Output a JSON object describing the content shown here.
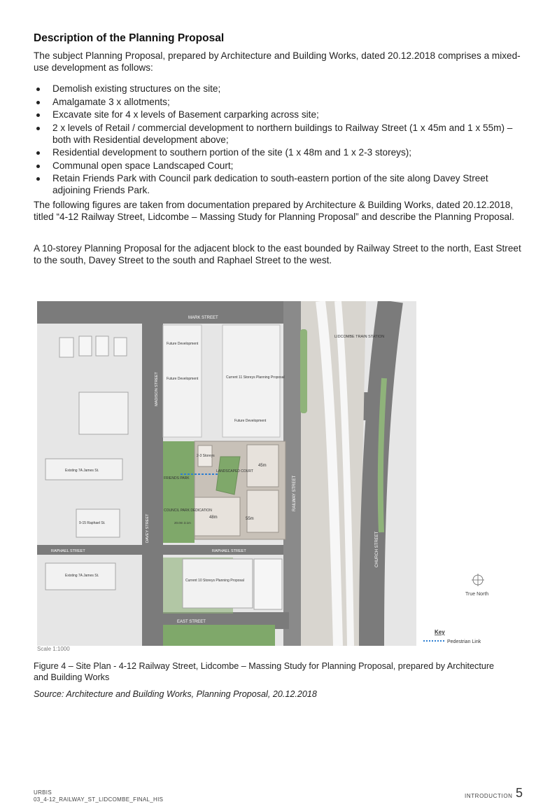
{
  "heading": "Description of the Planning Proposal",
  "intro": "The subject Planning Proposal, prepared by Architecture and Building Works, dated 20.12.2018 comprises a mixed-use development as follows:",
  "bullets": [
    "Demolish existing structures on the site;",
    "Amalgamate 3 x allotments;",
    "Excavate site for 4 x levels of Basement carparking across site;",
    "2 x levels of Retail / commercial development to northern buildings to Railway Street (1 x 45m and 1 x 55m) – both with Residential development above;",
    "Residential development to southern portion of the site (1 x 48m and 1 x 2-3 storeys);",
    "Communal open space Landscaped Court;",
    "Retain Friends Park with Council park dedication to south-eastern portion of the site along Davey Street adjoining Friends Park."
  ],
  "para2": "The following figures are taken from documentation prepared by Architecture & Building Works, dated 20.12.2018, titled “4-12 Railway Street, Lidcombe – Massing Study for Planning Proposal” and describe the Planning Proposal.",
  "para3": "A 10-storey Planning Proposal for the adjacent block to the east bounded by Railway Street to the north, East Street to the south, Davey Street to the south and Raphael Street to the west.",
  "map": {
    "mark_street": "MARK STREET",
    "madison_street": "MADISON STREET",
    "davey_street": "DAVEY STREET",
    "raphael_street": "RAPHAEL STREET",
    "raphael_street_2": "RAPHAEL STREET",
    "east_street": "EAST STREET",
    "railway_street": "RAILWAY STREET",
    "church_street": "CHURCH STREET",
    "lidcombe_station": "LIDCOMBE TRAIN STATION",
    "future_dev_1": "Future Development",
    "future_dev_2": "Future Development",
    "future_dev_3": "Future Development",
    "current_11": "Current 11 Storeys Planning Proposal",
    "current_10": "Current 10 Storeys Planning Proposal",
    "storeys_23": "2-3 Storeys",
    "landscaped_court": "LANDSCAPED COURT",
    "friends_park": "FRIENDS PARK",
    "council_park": "COUNCIL PARK DEDICATION",
    "h45": "45m",
    "h48": "48m",
    "h55": "55m",
    "existing_7a_1": "Existing 7A James St.",
    "existing_7a_2": "Existing 7A James St.",
    "raphael_9_15": "9-15 Raphael St.",
    "true_north": "True North",
    "key_title": "Key",
    "key_pedestrian": "Pedestrian Link",
    "setback": "20.0m 3.1m"
  },
  "scale": "Scale 1:1000",
  "caption": "Figure 4 – Site Plan - 4-12 Railway Street, Lidcombe – Massing Study for Planning Proposal, prepared by Architecture and Building Works",
  "source": "Source: Architecture and Building Works, Planning Proposal, 20.12.2018",
  "footer": {
    "org": "URBIS",
    "file": "03_4-12_RAILWAY_ST_LIDCOMBE_FINAL_HIS",
    "section": "INTRODUCTION",
    "page": "5"
  },
  "colors": {
    "road": "#7d7d7d",
    "ground": "#e4e4e4",
    "grass": "#7fa86a",
    "building": "#f2f2f2",
    "proposal": "#c8c1b8",
    "pedestrian_link": "#2f7fd1"
  }
}
